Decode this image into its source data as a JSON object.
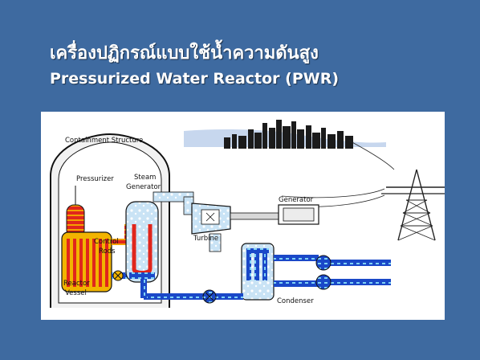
{
  "slide": {
    "title_thai": "เครื่องปฏิกรณ์แบบใช้น้ำความดันสูง",
    "title_english": "Pressurized Water Reactor (PWR)"
  },
  "diagram": {
    "labels": {
      "containment": "Containment Structure",
      "pressurizer": "Pressurizer",
      "steam_gen_1": "Steam",
      "steam_gen_2": "Generator",
      "control_rods_1": "Control",
      "control_rods_2": "Rods",
      "reactor_vessel_1": "Reactor",
      "reactor_vessel_2": "Vessel",
      "generator": "Generator",
      "turbine": "Turbine",
      "condenser": "Condenser"
    },
    "colors": {
      "primary_loop": "#e0261c",
      "secondary_loop": "#1a5ad8",
      "cooling_loop": "#1f4fd0",
      "steam": "#c8e4f4",
      "core_rods": "#f7c400",
      "background": "#3e6aa0"
    }
  }
}
